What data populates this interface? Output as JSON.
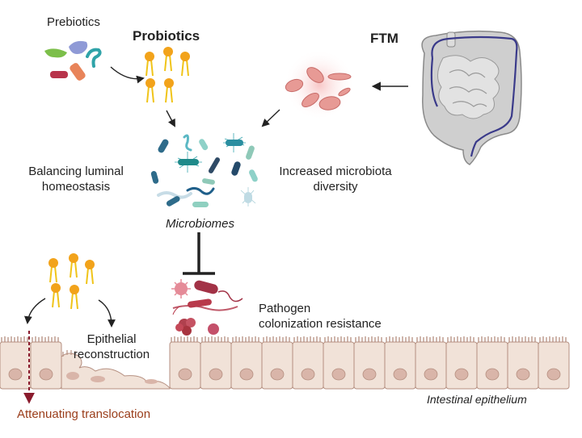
{
  "labels": {
    "prebiotics": "Prebiotics",
    "probiotics": "Probiotics",
    "ftm": "FTM",
    "balancing_line1": "Balancing luminal",
    "balancing_line2": "homeostasis",
    "diversity_line1": "Increased microbiota",
    "diversity_line2": "diversity",
    "microbiomes": "Microbiomes",
    "pathogen_line1": "Pathogen",
    "pathogen_line2": "colonization resistance",
    "epithelial_line1": "Epithelial",
    "epithelial_line2": "reconstruction",
    "intestinal_epithelium": "Intestinal epithelium",
    "attenuating": "Attenuating translocation"
  },
  "colors": {
    "probiotic_head": "#f2a31b",
    "probiotic_tail": "#f0c419",
    "ftm_disc": "#e79a95",
    "epithelium_fill": "#f1e2d8",
    "nucleus": "#d9b5a9",
    "pathogen": "#b83a4b",
    "translocation_arrow": "#8a1b2d",
    "attenuating_text": "#9a3d1a"
  }
}
